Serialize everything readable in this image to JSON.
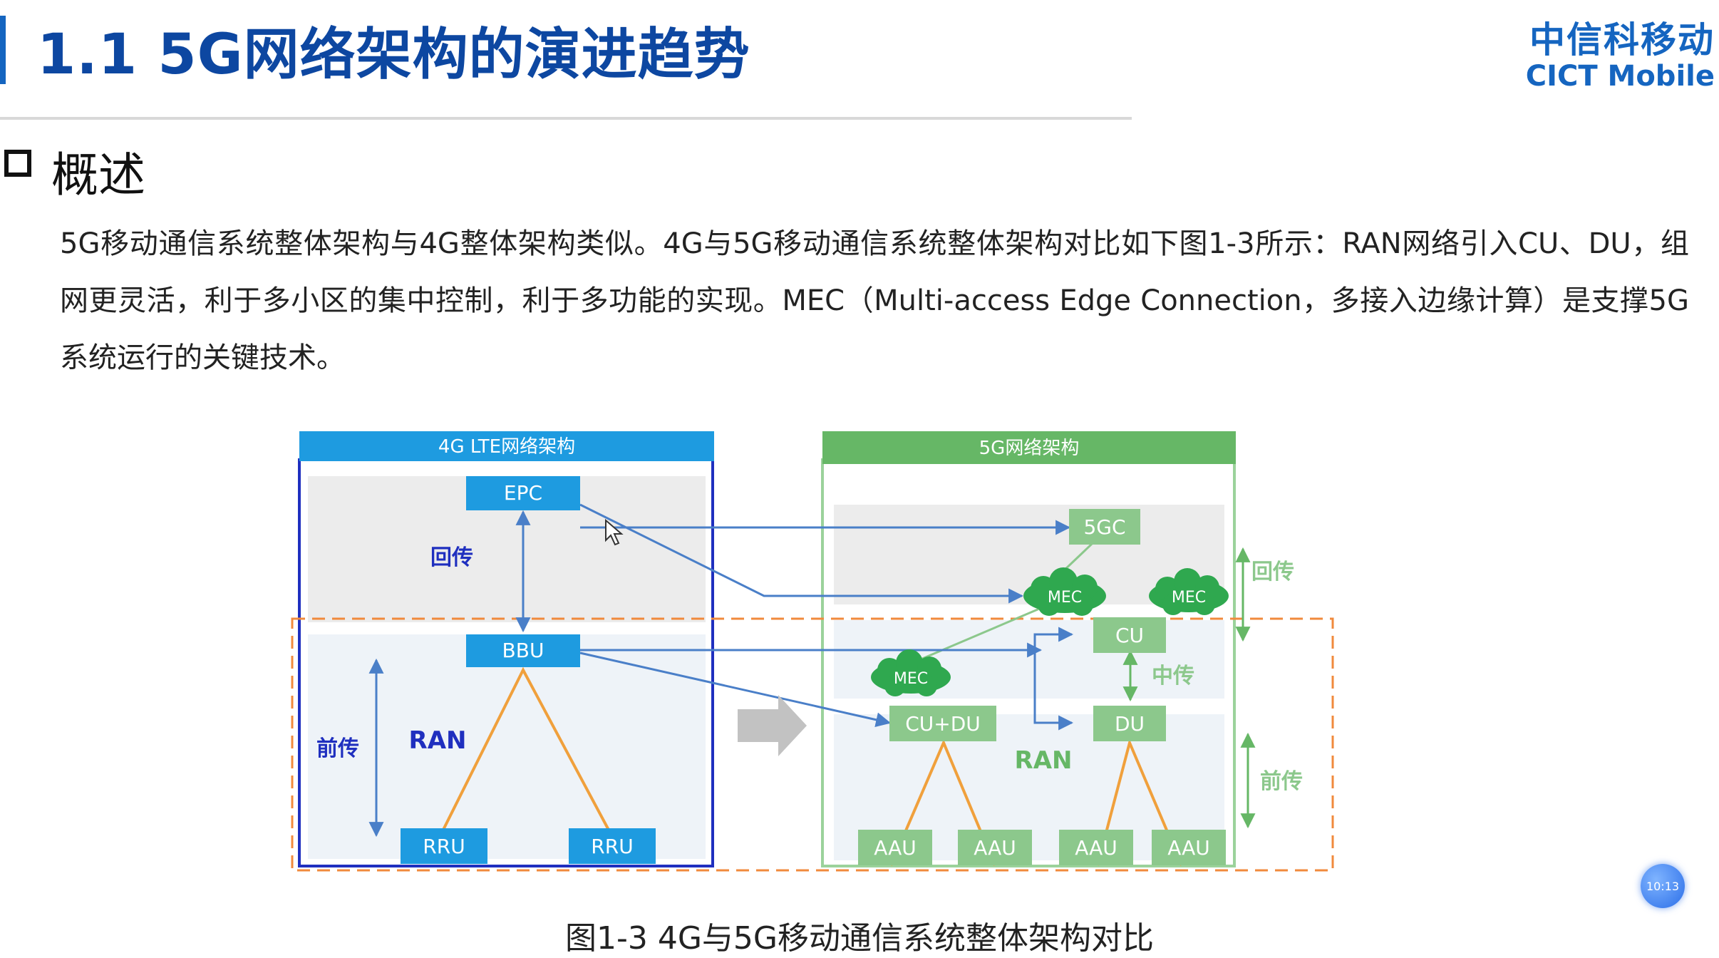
{
  "header": {
    "title": "1.1 5G网络架构的演进趋势",
    "logo_cn": "中信科移动",
    "logo_en": "CICT Mobile"
  },
  "section": {
    "title": "概述",
    "paragraph": "5G移动通信系统整体架构与4G整体架构类似。4G与5G移动通信系统整体架构对比如下图1-3所示：RAN网络引入CU、DU，组网更灵活，利于多小区的集中控制，利于多功能的实现。MEC（Multi-access Edge Connection，多接入边缘计算）是支撑5G系统运行的关键技术。"
  },
  "diagram": {
    "lte": {
      "title": "4G LTE网络架构",
      "epc": "EPC",
      "bbu": "BBU",
      "rru1": "RRU",
      "rru2": "RRU",
      "backhaul": "回传",
      "fronthaul": "前传",
      "ran": "RAN"
    },
    "nr": {
      "title": "5G网络架构",
      "core": "5GC",
      "mec1": "MEC",
      "mec2": "MEC",
      "mec3": "MEC",
      "cu": "CU",
      "du": "DU",
      "cudu": "CU+DU",
      "aau1": "AAU",
      "aau2": "AAU",
      "aau3": "AAU",
      "aau4": "AAU",
      "backhaul": "回传",
      "midhaul": "中传",
      "fronthaul": "前传",
      "ran": "RAN"
    },
    "colors": {
      "lte_blue": "#1e9be0",
      "lte_border": "#1f2fbf",
      "nr_green": "#66b766",
      "node_green": "#8cc88c",
      "mec_green": "#2fa84f",
      "ran_dash": "#f08a3c",
      "link_blue": "#4a7fc8",
      "tree_orange": "#f0a03c"
    }
  },
  "caption": "图1-3  4G与5G移动通信系统整体架构对比",
  "clock": "10:13"
}
